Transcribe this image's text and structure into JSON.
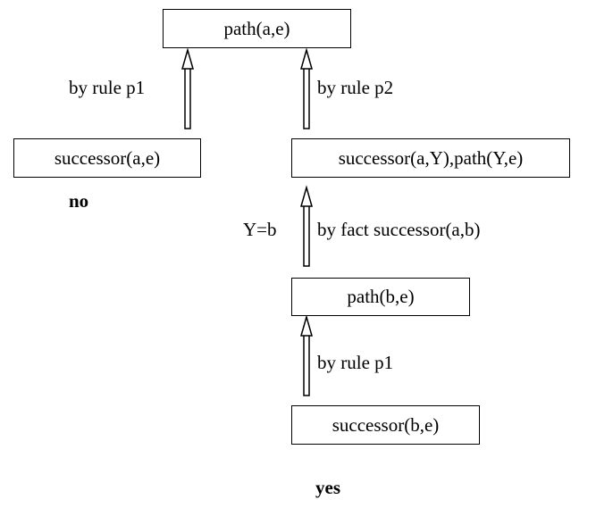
{
  "nodes": {
    "root": "path(a,e)",
    "left": "successor(a,e)",
    "right": "successor(a,Y),path(Y,e)",
    "mid": "path(b,e)",
    "bottom": "successor(b,e)"
  },
  "edges": {
    "left_rule": "by rule p1",
    "right_rule": "by rule p2",
    "binding": "Y=b",
    "fact": "by fact successor(a,b)",
    "bottom_rule": "by rule p1"
  },
  "results": {
    "left": "no",
    "bottom": "yes"
  }
}
